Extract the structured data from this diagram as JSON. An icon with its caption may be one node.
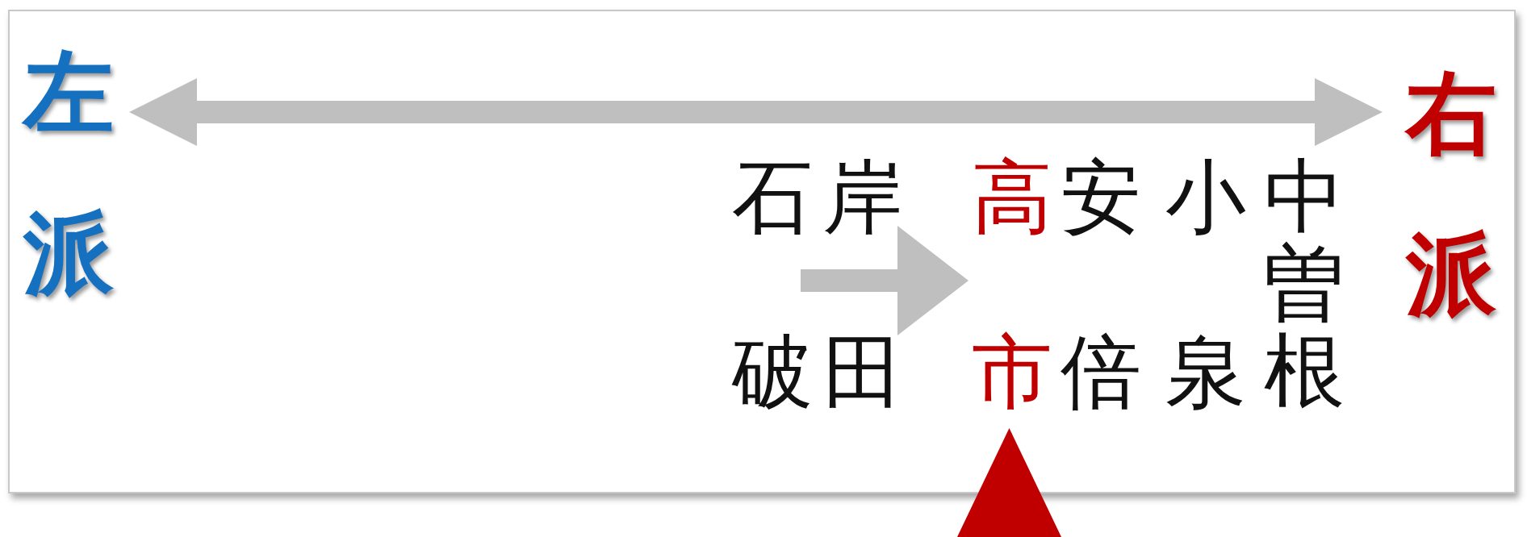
{
  "diagram": {
    "nodes": [
      {
        "text": [
          "左派"
        ]
      },
      {
        "text": [
          "右派"
        ]
      },
      {
        "text": [
          "石破"
        ]
      },
      {
        "text": [
          "岸田"
        ]
      },
      {
        "text": [
          "高市"
        ]
      },
      {
        "text": [
          "安倍"
        ]
      },
      {
        "text": [
          "小泉"
        ]
      },
      {
        "text": [
          "中曽根"
        ]
      },
      {
        "text": [],
        "shape": "triangle"
      }
    ],
    "edges": [
      {
        "from": 0,
        "to": 1,
        "arrow": "both"
      },
      {
        "from": null,
        "to": 4,
        "arrow": "to"
      }
    ]
  }
}
